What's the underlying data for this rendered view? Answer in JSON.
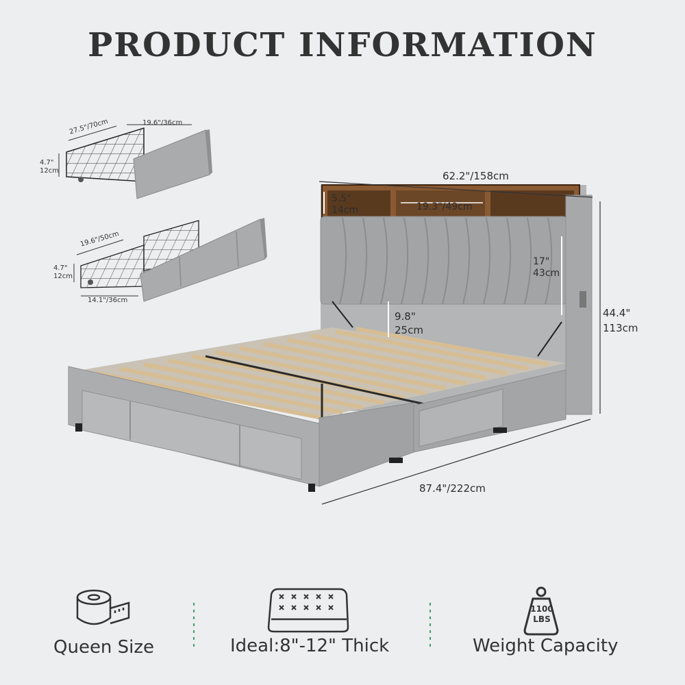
{
  "title": "PRODUCT INFORMATION",
  "drawer_single": {
    "depth": "27.5\"/70cm",
    "width": "19.6\"/36cm",
    "height_in": "4.7\"",
    "height_cm": "12cm"
  },
  "drawer_double": {
    "length": "19.6\"/50cm",
    "width": "14.1\"/36cm",
    "height_in": "4.7\"",
    "height_cm": "12cm"
  },
  "bed": {
    "headboard_width": "62.2\"/158cm",
    "shelf_height_in": "5.5\"",
    "shelf_height_cm": "14cm",
    "shelf_width": "19.3\"/49cm",
    "panel_height_in": "17\"",
    "panel_height_cm": "43cm",
    "clearance_in": "9.8\"",
    "clearance_cm": "25cm",
    "total_height_in": "44.4\"",
    "total_height_cm": "113cm",
    "length": "87.4\"/222cm"
  },
  "features": [
    {
      "label": "Queen Size"
    },
    {
      "label": "Ideal:8\"-12\" Thick"
    },
    {
      "label": "Weight Capacity",
      "badge_value": "1100",
      "badge_unit": "LBS"
    }
  ],
  "colors": {
    "fabric": "#a9abad",
    "wood": "#8a5a33",
    "slat": "#d7bd93",
    "divider": "#3f9b6a"
  }
}
